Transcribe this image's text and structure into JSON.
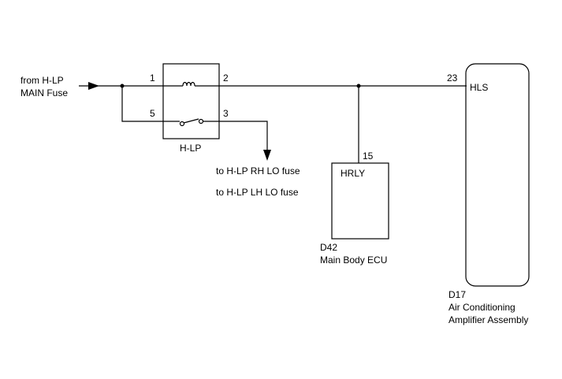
{
  "source": {
    "line1": "from H-LP",
    "line2": "MAIN Fuse"
  },
  "relay": {
    "name": "H-LP",
    "pins": {
      "p1": "1",
      "p2": "2",
      "p5": "5",
      "p3": "3"
    }
  },
  "outputs": {
    "rh": "to H-LP RH LO fuse",
    "lh": "to H-LP LH LO fuse"
  },
  "ecu": {
    "pin": "15",
    "terminal": "HRLY",
    "code": "D42",
    "name": "Main Body ECU"
  },
  "amplifier": {
    "pin": "23",
    "terminal": "HLS",
    "code": "D17",
    "name_line1": "Air Conditioning",
    "name_line2": "Amplifier Assembly"
  }
}
